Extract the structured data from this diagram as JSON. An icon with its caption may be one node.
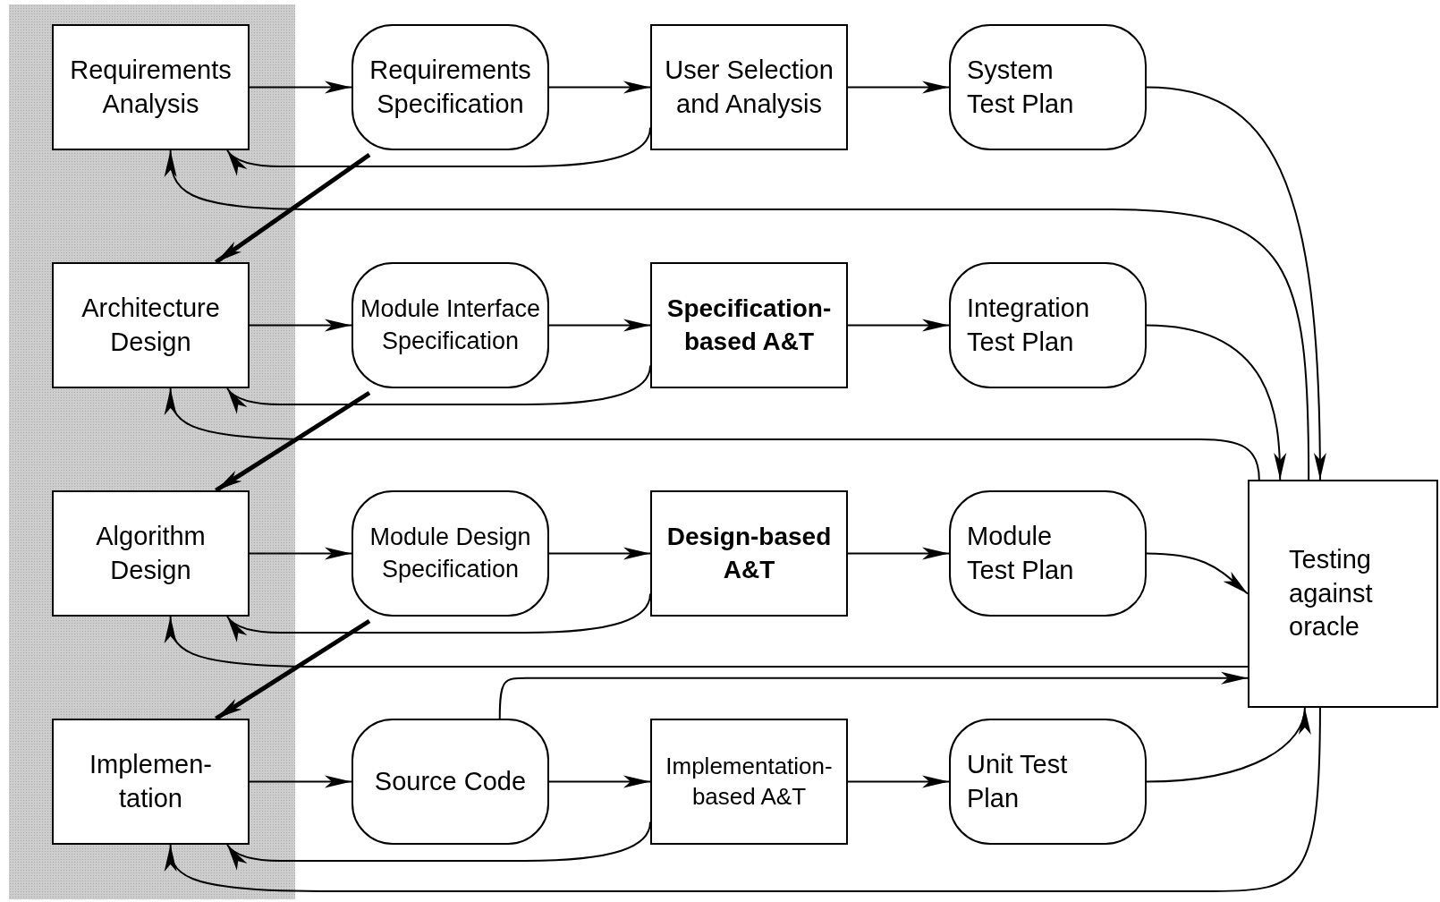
{
  "diagram": {
    "nodes": [
      {
        "text": [
          "Requirements Analysis"
        ]
      },
      {
        "text": [
          "Requirements Specification"
        ]
      },
      {
        "text": [
          "User Selection and Analysis"
        ]
      },
      {
        "text": [
          "System Test Plan"
        ]
      },
      {
        "text": [
          "Architecture Design"
        ]
      },
      {
        "text": [
          "Module Interface Specification"
        ]
      },
      {
        "text": [
          "Specification-based A&T"
        ]
      },
      {
        "text": [
          "Integration Test Plan"
        ]
      },
      {
        "text": [
          "Algorithm Design"
        ]
      },
      {
        "text": [
          "Module Design Specification"
        ]
      },
      {
        "text": [
          "Design-based A&T"
        ]
      },
      {
        "text": [
          "Module Test Plan"
        ]
      },
      {
        "text": [
          "Implemen- tation"
        ]
      },
      {
        "text": [
          "Source Code"
        ]
      },
      {
        "text": [
          "Implementation-based A&T"
        ]
      },
      {
        "text": [
          "Unit Test Plan"
        ]
      },
      {
        "text": [
          "Testing against oracle"
        ]
      }
    ],
    "edges": [
      {
        "from": 0,
        "to": 1,
        "arrow": "to"
      },
      {
        "from": 1,
        "to": 2,
        "arrow": "to"
      },
      {
        "from": 2,
        "to": 3,
        "arrow": "to"
      },
      {
        "from": 4,
        "to": 5,
        "arrow": "to"
      },
      {
        "from": 5,
        "to": 6,
        "arrow": "to"
      },
      {
        "from": 6,
        "to": 7,
        "arrow": "to"
      },
      {
        "from": 8,
        "to": 9,
        "arrow": "to"
      },
      {
        "from": 9,
        "to": 10,
        "arrow": "to"
      },
      {
        "from": 10,
        "to": 11,
        "arrow": "to"
      },
      {
        "from": 12,
        "to": 13,
        "arrow": "to"
      },
      {
        "from": 13,
        "to": 14,
        "arrow": "to"
      },
      {
        "from": 14,
        "to": 15,
        "arrow": "to"
      },
      {
        "from": 2,
        "to": 0,
        "arrow": "to"
      },
      {
        "from": 6,
        "to": 4,
        "arrow": "to"
      },
      {
        "from": 10,
        "to": 8,
        "arrow": "to"
      },
      {
        "from": 14,
        "to": 12,
        "arrow": "to"
      },
      {
        "from": 1,
        "to": 4,
        "arrow": "to",
        "style": "thick"
      },
      {
        "from": 5,
        "to": 8,
        "arrow": "to",
        "style": "thick"
      },
      {
        "from": 9,
        "to": 12,
        "arrow": "to",
        "style": "thick"
      },
      {
        "from": 3,
        "to": 16,
        "arrow": "to"
      },
      {
        "from": 7,
        "to": 16,
        "arrow": "to"
      },
      {
        "from": 11,
        "to": 16,
        "arrow": "to"
      },
      {
        "from": 15,
        "to": 16,
        "arrow": "to"
      },
      {
        "from": 13,
        "to": 16,
        "arrow": "to"
      },
      {
        "from": 16,
        "to": 0,
        "arrow": "to"
      },
      {
        "from": 16,
        "to": 4,
        "arrow": "to"
      },
      {
        "from": 16,
        "to": 8,
        "arrow": "to"
      },
      {
        "from": 16,
        "to": 12,
        "arrow": "to"
      }
    ]
  }
}
